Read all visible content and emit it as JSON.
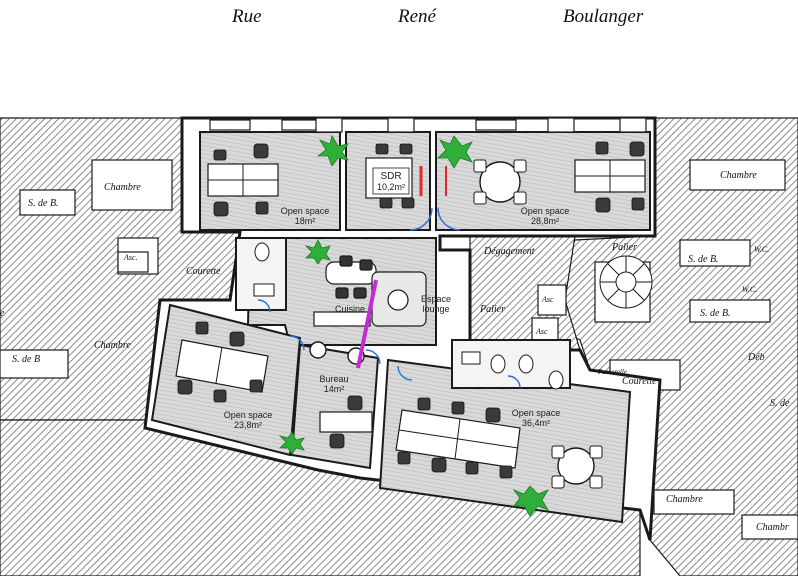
{
  "street": {
    "word1": "Rue",
    "word2": "René",
    "word3": "Boulanger"
  },
  "rooms": {
    "open_space_top_left": {
      "name": "Open space",
      "area": "18m²"
    },
    "sdr": {
      "name": "SDR",
      "area": "10,2m²"
    },
    "open_space_top_right": {
      "name": "Open space",
      "area": "28,8m²"
    },
    "cuisine": {
      "name": "Cuisine"
    },
    "espace_lounge": {
      "name": "Espace",
      "name2": "lounge"
    },
    "open_space_bottom_left": {
      "name": "Open space",
      "area": "23,8m²"
    },
    "bureau": {
      "name": "Bureau",
      "area": "14m²"
    },
    "open_space_bottom_right": {
      "name": "Open space",
      "area": "36,4m²"
    }
  },
  "context_labels": {
    "chambre_left": "Chambre",
    "chambre_left_lower": "Chambre",
    "chambre_right_top": "Chambre",
    "chambre_right_bottom": "Chambre",
    "chambre_far_right": "Chambr",
    "sdb_left_top": "S. de B.",
    "sdb_left_mid": "S. de B",
    "sdb_right_1": "S. de B.",
    "sdb_right_2": "S. de B.",
    "sdb_right_3": "S. de",
    "courette_left": "Courette",
    "courette_right": "Courette",
    "passerelle": "Passerelle",
    "degagement": "Dégagement",
    "palier_1": "Palier",
    "palier_2": "Palier",
    "asc_1": "Asc.",
    "asc_2": "Asc",
    "asc_3": "Asc",
    "wc_1": "W.C.",
    "wc_2": "W.C.",
    "deb": "Déb",
    "edge_e": "e"
  },
  "colors": {
    "hatch": "#6e6e6e",
    "wall": "#1a1a1a",
    "plant": "#2fae3a",
    "door_accent": "#2a6fd6",
    "partition_red": "#e0282c",
    "partition_magenta": "#c22bd6"
  }
}
